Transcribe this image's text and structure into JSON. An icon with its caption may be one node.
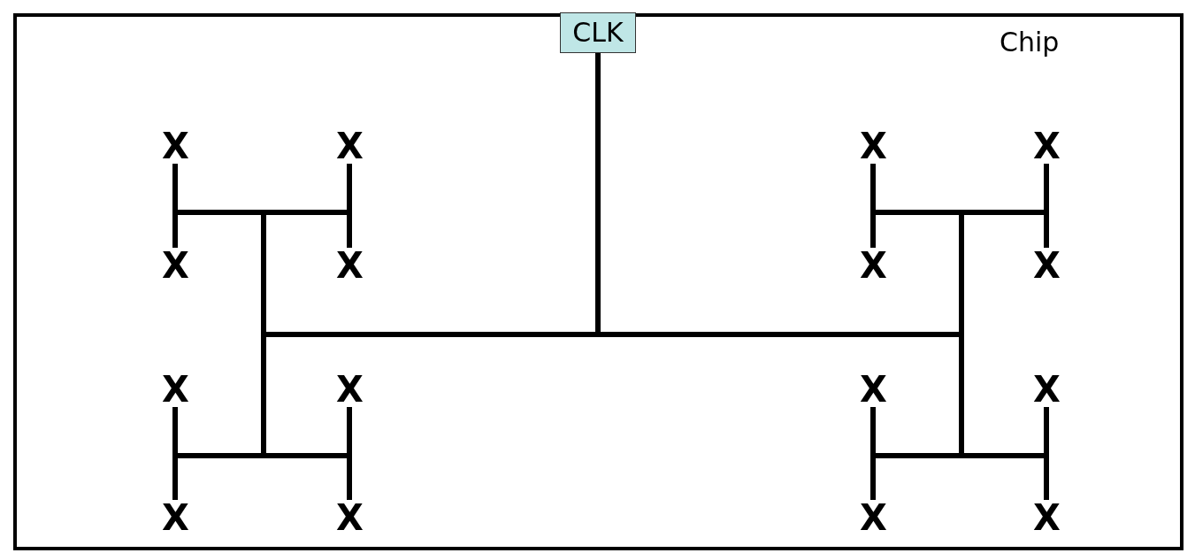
{
  "diagram": {
    "nodes": [
      {
        "text": [
          "Chip"
        ]
      },
      {
        "text": [
          "CLK"
        ],
        "in": 0
      },
      {
        "text": [
          "X"
        ],
        "in": 0
      },
      {
        "text": [
          "X"
        ],
        "in": 0
      },
      {
        "text": [
          "X"
        ],
        "in": 0
      },
      {
        "text": [
          "X"
        ],
        "in": 0
      },
      {
        "text": [
          "X"
        ],
        "in": 0
      },
      {
        "text": [
          "X"
        ],
        "in": 0
      },
      {
        "text": [
          "X"
        ],
        "in": 0
      },
      {
        "text": [
          "X"
        ],
        "in": 0
      },
      {
        "text": [
          "X"
        ],
        "in": 0
      },
      {
        "text": [
          "X"
        ],
        "in": 0
      },
      {
        "text": [
          "X"
        ],
        "in": 0
      },
      {
        "text": [
          "X"
        ],
        "in": 0
      },
      {
        "text": [
          "X"
        ],
        "in": 0
      },
      {
        "text": [
          "X"
        ],
        "in": 0
      },
      {
        "text": [
          "X"
        ],
        "in": 0
      },
      {
        "text": [
          "X"
        ],
        "in": 0
      }
    ],
    "edges": [
      {
        "from": 1,
        "to": 2,
        "arrow": "none"
      },
      {
        "from": 1,
        "to": 3,
        "arrow": "none"
      },
      {
        "from": 1,
        "to": 4,
        "arrow": "none"
      },
      {
        "from": 1,
        "to": 5,
        "arrow": "none"
      },
      {
        "from": 1,
        "to": 6,
        "arrow": "none"
      },
      {
        "from": 1,
        "to": 7,
        "arrow": "none"
      },
      {
        "from": 1,
        "to": 8,
        "arrow": "none"
      },
      {
        "from": 1,
        "to": 9,
        "arrow": "none"
      },
      {
        "from": 1,
        "to": 10,
        "arrow": "none"
      },
      {
        "from": 1,
        "to": 11,
        "arrow": "none"
      },
      {
        "from": 1,
        "to": 12,
        "arrow": "none"
      },
      {
        "from": 1,
        "to": 13,
        "arrow": "none"
      },
      {
        "from": 1,
        "to": 14,
        "arrow": "none"
      },
      {
        "from": 1,
        "to": 15,
        "arrow": "none"
      },
      {
        "from": 1,
        "to": 16,
        "arrow": "none"
      },
      {
        "from": 1,
        "to": 17,
        "arrow": "none"
      }
    ]
  }
}
